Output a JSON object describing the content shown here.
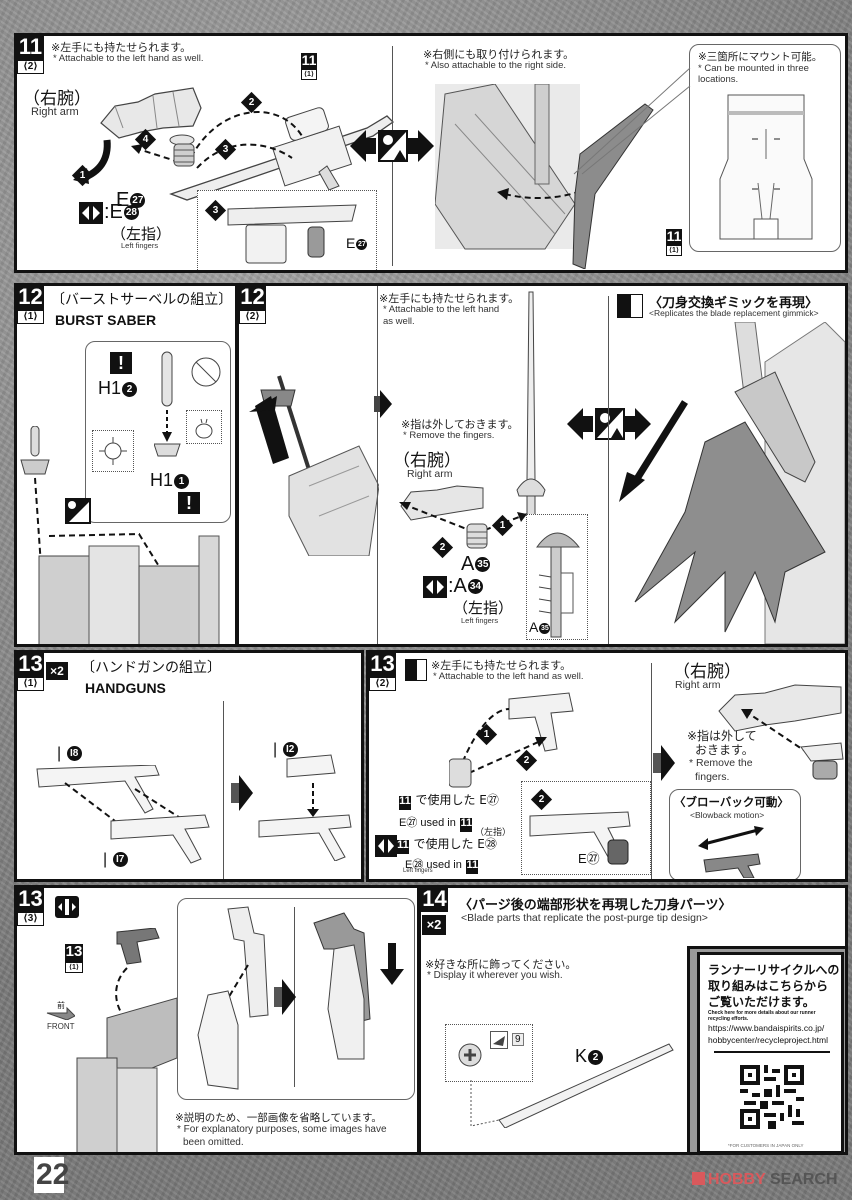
{
  "page": {
    "number": "22"
  },
  "step11_2": {
    "step": "11",
    "sub": "⟨2⟩",
    "note_jp": "※左手にも持たせられます。",
    "note_en": "* Attachable to the left hand as well.",
    "ref_step": "11",
    "ref_sub": "⟨1⟩",
    "right_arm_jp": "（右腕）",
    "right_arm_en": "Right arm",
    "markers": [
      "1",
      "2",
      "3",
      "4"
    ],
    "part_main": "E",
    "part_main_num": "27",
    "part_alt": ":E",
    "part_alt_num": "28",
    "left_fingers_jp": "（左指）",
    "left_fingers_en": "Left fingers",
    "detail_marker": "3",
    "detail_part": "E",
    "detail_part_num": "27"
  },
  "step11_mount": {
    "note_jp": "※右側にも取り付けられます。",
    "note_en": "* Also attachable to the right side.",
    "callout_jp": "※三箇所にマウント可能。",
    "callout_en": "* Can be mounted in three locations.",
    "ref_step": "11",
    "ref_sub": "⟨1⟩"
  },
  "step12_1": {
    "step": "12",
    "sub": "⟨1⟩",
    "title_jp": "〔バーストサーベルの組立〕",
    "title_en": "BURST SABER",
    "part_top": "H1",
    "part_top_num": "2",
    "part_bottom": "H1",
    "part_bottom_num": "1",
    "caution": "!"
  },
  "step12_2": {
    "step": "12",
    "sub": "⟨2⟩",
    "note_jp": "※左手にも持たせられます。",
    "note_en": "* Attachable to the left hand as well.",
    "remove_jp": "※指は外しておきます。",
    "remove_en": "* Remove the fingers.",
    "right_arm_jp": "（右腕）",
    "right_arm_en": "Right arm",
    "markers": [
      "1",
      "2"
    ],
    "part_main": "A",
    "part_main_num": "35",
    "part_alt": ":A",
    "part_alt_num": "34",
    "left_fingers_jp": "（左指）",
    "left_fingers_en": "Left fingers",
    "detail_part": "A",
    "detail_part_num": "35"
  },
  "step12_gimmick": {
    "title_jp": "〈刀身交換ギミックを再現〉",
    "title_en": "<Replicates the blade replacement gimmick>"
  },
  "step13_1": {
    "step": "13",
    "sub": "⟨1⟩",
    "multiplier": "×2",
    "title_jp": "〔ハンドガンの組立〕",
    "title_en": "HANDGUNS",
    "parts": [
      "I8",
      "I7",
      "I2"
    ]
  },
  "step13_2": {
    "step": "13",
    "sub": "⟨2⟩",
    "note_jp": "※左手にも持たせられます。",
    "note_en": "* Attachable to the left hand as well.",
    "markers": [
      "1",
      "2"
    ],
    "used_jp": "で使用した E㉗",
    "used_en": "E㉗ used in",
    "used_ref": "11",
    "used_ref_sub": "⟨2⟩",
    "alt_jp": "で使用した E㉘",
    "alt_en": "E㉘ used in",
    "left_fingers_jp": "（左指）",
    "left_fingers_en": "Left fingers",
    "detail_marker": "2",
    "detail_part": "E㉗",
    "right_arm_jp": "（右腕）",
    "right_arm_en": "Right arm",
    "remove_jp_1": "※指は外して",
    "remove_jp_2": "おきます。",
    "remove_en_1": "* Remove the",
    "remove_en_2": "fingers.",
    "blowback_jp": "〈ブローバック可動〉",
    "blowback_en": "<Blowback motion>"
  },
  "step13_3": {
    "step": "13",
    "sub": "⟨3⟩",
    "ref_step": "13",
    "ref_sub": "⟨1⟩",
    "front_jp": "前",
    "front_en": "FRONT",
    "omit_jp": "※説明のため、一部画像を省略しています。",
    "omit_en_1": "* For explanatory purposes, some images have",
    "omit_en_2": "been omitted."
  },
  "step14": {
    "step": "14",
    "multiplier": "×2",
    "title_jp": "〈パージ後の端部形状を再現した刀身パーツ〉",
    "title_en": "<Blade parts that replicate the post-purge tip design>",
    "note_jp": "※好きな所に飾ってください。",
    "note_en": "* Display it wherever you wish.",
    "tool_num": "9",
    "part": "K",
    "part_num": "2"
  },
  "recycle": {
    "title_jp_1": "ランナーリサイクルへの",
    "title_jp_2": "取り組みはこちらから",
    "title_jp_3": "ご覧いただけます。",
    "sub_en": "Check here for more details about our runner recycling efforts.",
    "url_1": "https://www.bandaispirits.co.jp/",
    "url_2": "hobbycenter/recycleproject.html",
    "footnote": "*FOR CUSTOMERS IN JAPAN ONLY"
  },
  "watermark": {
    "brand_1": "HOBBY",
    "brand_2": " SEARCH",
    "color": "#d9595c"
  }
}
